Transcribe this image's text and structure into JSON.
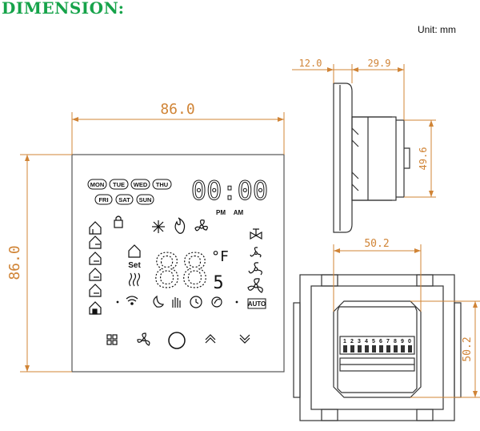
{
  "header": {
    "title": "DIMENSION:",
    "unit_label": "Unit: mm"
  },
  "front_view": {
    "width_mm": "86.0",
    "height_mm": "86.0",
    "days_row1": [
      "MON",
      "TUE",
      "WED",
      "THU"
    ],
    "days_row2": [
      "FRI",
      "SAT",
      "SUN"
    ],
    "clock_text": "00:00",
    "pm_label": "PM",
    "am_label": "AM",
    "set_label": "Set",
    "temp_text": "88",
    "temp_unit_f": "°F",
    "temp_unit_c": "5",
    "auto_label": "AUTO"
  },
  "side_view": {
    "bezel_mm": "12.0",
    "body_mm": "29.9",
    "height_mm": "49.6"
  },
  "back_view": {
    "width_mm": "50.2",
    "height_mm": "50.2",
    "terminal_numbers": [
      "1",
      "2",
      "3",
      "4",
      "5",
      "6",
      "7",
      "8",
      "9",
      "0"
    ]
  },
  "colors": {
    "heading": "#16a34a",
    "dimension": "#d08436",
    "outline": "#111111"
  }
}
